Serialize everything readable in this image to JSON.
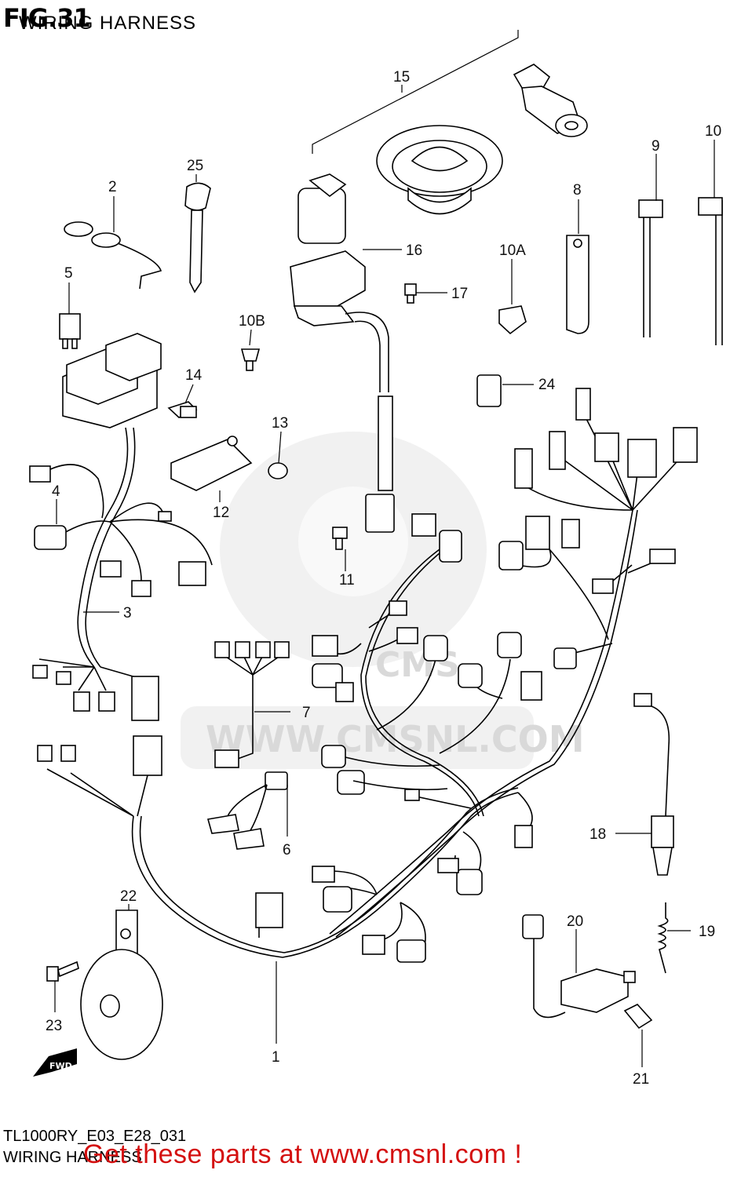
{
  "header": {
    "fig_number": "FIG.31",
    "title": "WIRING HARNESS"
  },
  "footer": {
    "model": "TL1000RY_E03_E28_031",
    "title": "WIRING HARNESS",
    "cta": "Get these parts at www.cmsnl.com !"
  },
  "watermark": {
    "text": "WWW.CMSNL.COM",
    "logo": "CMS"
  },
  "fwd_label": "FWD",
  "callouts": {
    "c1": "1",
    "c2": "2",
    "c3": "3",
    "c4": "4",
    "c5": "5",
    "c6": "6",
    "c7": "7",
    "c8": "8",
    "c9": "9",
    "c10": "10",
    "c10a": "10A",
    "c10b": "10B",
    "c11": "11",
    "c12": "12",
    "c13": "13",
    "c14": "14",
    "c15": "15",
    "c16": "16",
    "c17": "17",
    "c18": "18",
    "c19": "19",
    "c20": "20",
    "c21": "21",
    "c22": "22",
    "c23": "23",
    "c24": "24",
    "c25": "25"
  }
}
